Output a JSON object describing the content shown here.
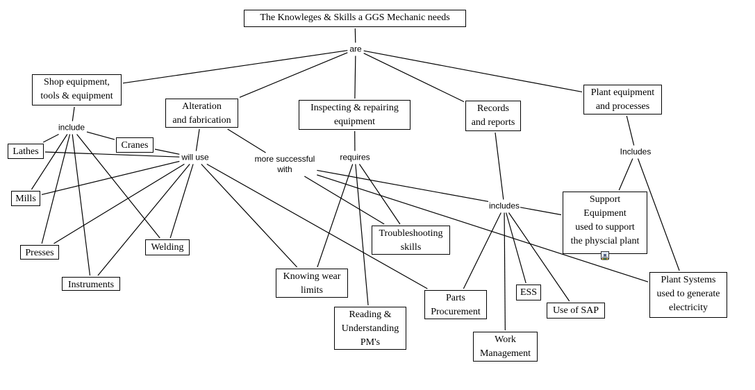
{
  "diagram": {
    "type": "concept-map",
    "concepts": [
      {
        "id": "root",
        "label": "The Knowleges & Skills a GGS Mechanic needs"
      },
      {
        "id": "shop",
        "label": "Shop equipment,\ntools & equipment"
      },
      {
        "id": "alteration",
        "label": "Alteration\nand fabrication"
      },
      {
        "id": "inspecting",
        "label": "Inspecting & repairing\nequipment"
      },
      {
        "id": "records",
        "label": "Records\nand reports"
      },
      {
        "id": "plant",
        "label": "Plant equipment\nand processes"
      },
      {
        "id": "lathes",
        "label": "Lathes"
      },
      {
        "id": "cranes",
        "label": "Cranes"
      },
      {
        "id": "mills",
        "label": "Mills"
      },
      {
        "id": "presses",
        "label": "Presses"
      },
      {
        "id": "welding",
        "label": "Welding"
      },
      {
        "id": "instruments",
        "label": "Instruments"
      },
      {
        "id": "troubleshooting",
        "label": "Troubleshooting\nskills"
      },
      {
        "id": "wear",
        "label": "Knowing wear\nlimits"
      },
      {
        "id": "reading",
        "label": "Reading &\nUnderstanding\nPM's"
      },
      {
        "id": "parts",
        "label": "Parts\nProcurement"
      },
      {
        "id": "work",
        "label": "Work\nManagement"
      },
      {
        "id": "ess",
        "label": "ESS"
      },
      {
        "id": "sap",
        "label": "Use of SAP"
      },
      {
        "id": "support",
        "label": "Support\nEquipment\nused to support\nthe physcial plant"
      },
      {
        "id": "plantsys",
        "label": "Plant Systems\nused to generate\nelectricity"
      }
    ],
    "linking_phrases": [
      {
        "id": "are",
        "label": "are"
      },
      {
        "id": "include",
        "label": "include"
      },
      {
        "id": "willuse",
        "label": "will use"
      },
      {
        "id": "moresucc",
        "label": "more successful\nwith"
      },
      {
        "id": "requires",
        "label": "requires"
      },
      {
        "id": "includes2",
        "label": "includes"
      },
      {
        "id": "includes3",
        "label": "Includes"
      }
    ],
    "connections": [
      [
        "root",
        "are"
      ],
      [
        "are",
        "shop"
      ],
      [
        "are",
        "alteration"
      ],
      [
        "are",
        "inspecting"
      ],
      [
        "are",
        "records"
      ],
      [
        "are",
        "plant"
      ],
      [
        "shop",
        "include"
      ],
      [
        "include",
        "lathes"
      ],
      [
        "include",
        "cranes"
      ],
      [
        "include",
        "mills"
      ],
      [
        "include",
        "presses"
      ],
      [
        "include",
        "instruments"
      ],
      [
        "include",
        "welding"
      ],
      [
        "alteration",
        "willuse"
      ],
      [
        "willuse",
        "lathes"
      ],
      [
        "willuse",
        "cranes"
      ],
      [
        "willuse",
        "mills"
      ],
      [
        "willuse",
        "presses"
      ],
      [
        "willuse",
        "instruments"
      ],
      [
        "willuse",
        "welding"
      ],
      [
        "willuse",
        "wear"
      ],
      [
        "willuse",
        "parts"
      ],
      [
        "alteration",
        "moresucc"
      ],
      [
        "moresucc",
        "troubleshooting"
      ],
      [
        "moresucc",
        "support"
      ],
      [
        "moresucc",
        "plantsys"
      ],
      [
        "inspecting",
        "requires"
      ],
      [
        "requires",
        "wear"
      ],
      [
        "requires",
        "reading"
      ],
      [
        "requires",
        "troubleshooting"
      ],
      [
        "records",
        "includes2"
      ],
      [
        "includes2",
        "parts"
      ],
      [
        "includes2",
        "work"
      ],
      [
        "includes2",
        "ess"
      ],
      [
        "includes2",
        "sap"
      ],
      [
        "plant",
        "includes3"
      ],
      [
        "includes3",
        "support"
      ],
      [
        "includes3",
        "plantsys"
      ]
    ],
    "submap_icon": {
      "attached_to": "support",
      "icon": "concept-map-link-icon"
    }
  },
  "colors": {
    "background": "#ffffff",
    "line": "#000000",
    "submap_icon_fill": "#dfe6f5"
  }
}
